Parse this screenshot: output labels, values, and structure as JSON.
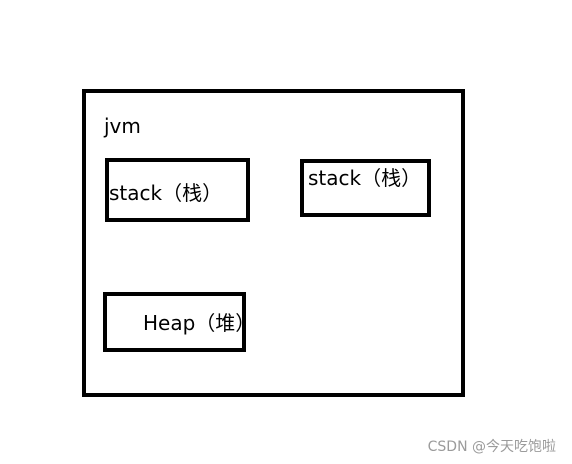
{
  "diagram": {
    "container": {
      "label": "jvm"
    },
    "stack_left": {
      "label": "stack（栈）"
    },
    "stack_right": {
      "label": "stack（栈）"
    },
    "heap": {
      "label": "Heap（堆）"
    }
  },
  "watermark": {
    "text": "CSDN @今天吃饱啦"
  },
  "colors": {
    "border": "#000000",
    "background": "#ffffff",
    "watermark": "#9b9b9b"
  }
}
